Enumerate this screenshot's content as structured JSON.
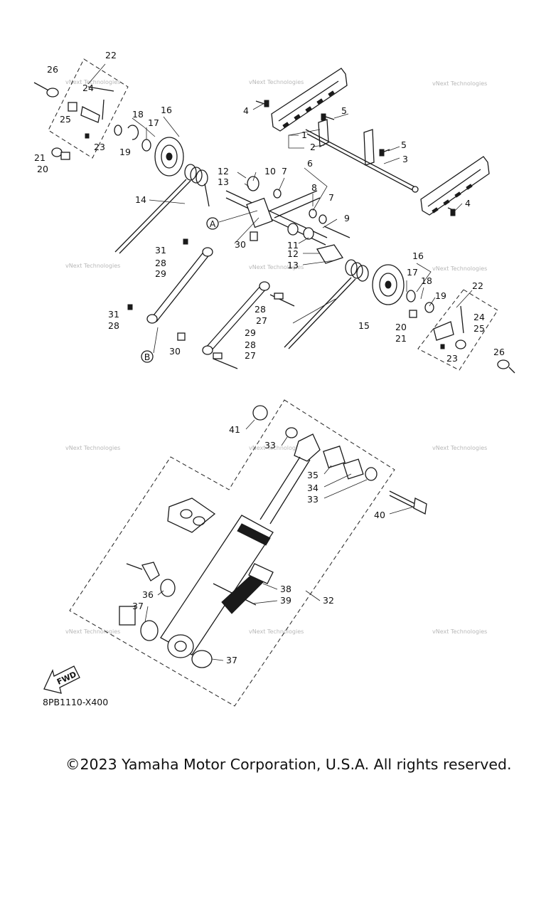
{
  "diagram": {
    "part_code": "8PB1110-X400",
    "copyright": "©2023 Yamaha Motor Corporation, U.S.A. All rights reserved.",
    "fwd_label": "FWD",
    "watermark": "vNext Technologies",
    "circle_labels": [
      "A",
      "B"
    ],
    "callouts": [
      "1",
      "2",
      "3",
      "4",
      "4",
      "5",
      "5",
      "6",
      "7",
      "7",
      "8",
      "9",
      "10",
      "11",
      "12",
      "12",
      "13",
      "13",
      "14",
      "15",
      "16",
      "16",
      "17",
      "17",
      "18",
      "18",
      "19",
      "19",
      "20",
      "20",
      "21",
      "21",
      "22",
      "22",
      "23",
      "23",
      "24",
      "24",
      "25",
      "25",
      "26",
      "26",
      "27",
      "27",
      "28",
      "28",
      "28",
      "28",
      "29",
      "29",
      "30",
      "30",
      "31",
      "31",
      "32",
      "33",
      "33",
      "34",
      "35",
      "36",
      "37",
      "37",
      "38",
      "39",
      "40",
      "41"
    ]
  }
}
